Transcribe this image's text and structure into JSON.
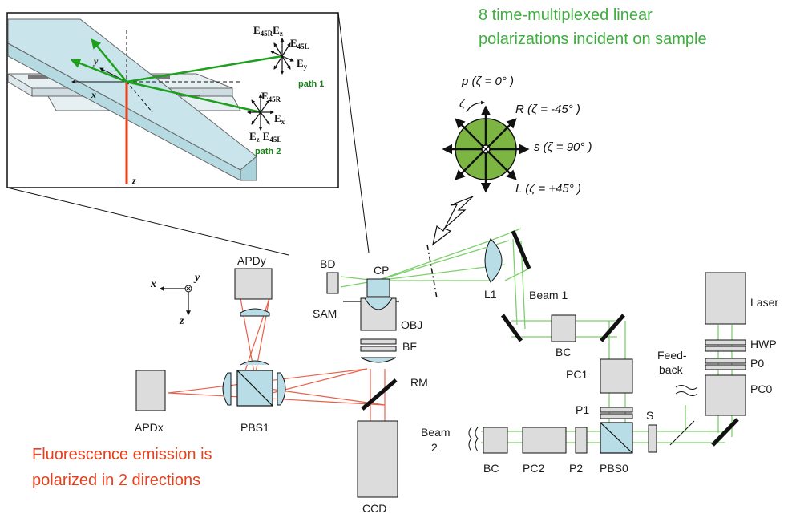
{
  "notes": {
    "green_line1": "8 time-multiplexed linear",
    "green_line2": "polarizations incident on sample",
    "red_line1": "Fluorescence emission is",
    "red_line2": "polarized in 2 directions"
  },
  "inset": {
    "path1": "path 1",
    "path2": "path 2",
    "axis_x": "x",
    "axis_y": "y",
    "axis_z": "z",
    "field_e": "E",
    "sub_45r": "45R",
    "sub_45l": "45L",
    "sub_x": "x",
    "sub_y": "y",
    "sub_z": "z"
  },
  "polarization": {
    "p": "p (ζ = 0° )",
    "R": "R (ζ = -45° )",
    "s": "s (ζ = 90° )",
    "L": "L (ζ = +45° )",
    "zeta": "ζ"
  },
  "components": {
    "apdy": "APDy",
    "apdx": "APDx",
    "pbs1": "PBS1",
    "bd": "BD",
    "sam": "SAM",
    "cp": "CP",
    "obj": "OBJ",
    "bf": "BF",
    "rm": "RM",
    "ccd": "CCD",
    "l1": "L1",
    "beam1": "Beam 1",
    "bc_top": "BC",
    "pc1": "PC1",
    "p1": "P1",
    "pbs0": "PBS0",
    "p2": "P2",
    "pc2": "PC2",
    "bc_bottom": "BC",
    "beam2_a": "Beam",
    "beam2_b": "2",
    "s": "S",
    "feedback_a": "Feed-",
    "feedback_b": "back",
    "laser": "Laser",
    "hwp": "HWP",
    "p0": "P0",
    "pc0": "PC0"
  },
  "coords": {
    "x": "x",
    "y": "y",
    "z": "z"
  },
  "colors": {
    "green_text": "#3fae3f",
    "red_text": "#e8401c",
    "green_beam": "#7ccf6a",
    "red_beam": "#e8604a",
    "optic_fill": "#b8dde6",
    "box_fill": "#dcdcdc",
    "disc_fill": "#7cb542"
  }
}
